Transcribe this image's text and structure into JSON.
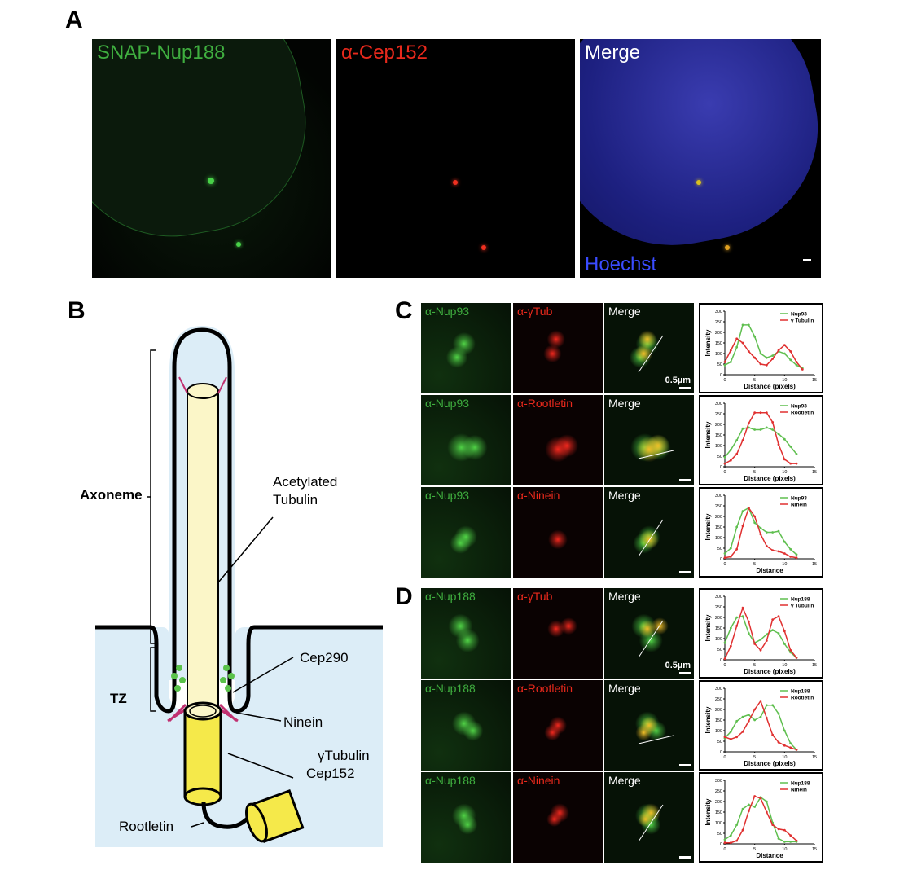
{
  "panels": {
    "a": "A",
    "b": "B",
    "c": "C",
    "d": "D"
  },
  "panel_a": {
    "ch1": "SNAP-Nup188",
    "ch2": "α-Cep152",
    "ch3": "Merge",
    "ch3b": "Hoechst"
  },
  "panel_b": {
    "axoneme": "Axoneme",
    "acetylated": "Acetylated",
    "tubulin": "Tubulin",
    "cep290": "Cep290",
    "tz": "TZ",
    "ninein": "Ninein",
    "gtub": "γTubulin",
    "cep152": "Cep152",
    "rootletin": "Rootletin"
  },
  "panel_c": {
    "rows": [
      {
        "g": "α-Nup93",
        "r": "α-γTub",
        "m": "Merge",
        "scale": "0.5µm"
      },
      {
        "g": "α-Nup93",
        "r": "α-Rootletin",
        "m": "Merge"
      },
      {
        "g": "α-Nup93",
        "r": "α-Ninein",
        "m": "Merge"
      }
    ]
  },
  "panel_d": {
    "rows": [
      {
        "g": "α-Nup188",
        "r": "α-γTub",
        "m": "Merge",
        "scale": "0.5µm"
      },
      {
        "g": "α-Nup188",
        "r": "α-Rootletin",
        "m": "Merge"
      },
      {
        "g": "α-Nup188",
        "r": "α-Ninein",
        "m": "Merge"
      }
    ]
  },
  "colors": {
    "green": "#3fae3f",
    "red": "#e8291c"
  },
  "chart_data": [
    {
      "type": "line",
      "xlabel": "Distance (pixels)",
      "ylabel": "Intensity",
      "xlim": [
        0,
        15
      ],
      "ylim": [
        0,
        300
      ],
      "xticks": [
        0,
        5,
        10,
        15
      ],
      "yticks": [
        0,
        50,
        100,
        150,
        200,
        250,
        300
      ],
      "legend": "top-right",
      "series": [
        {
          "name": "Nup93",
          "color": "#5fbf4f",
          "x": [
            0,
            1,
            2,
            3,
            4,
            5,
            6,
            7,
            8,
            9,
            10,
            11,
            12,
            13
          ],
          "values": [
            45,
            60,
            130,
            235,
            235,
            180,
            100,
            80,
            90,
            110,
            100,
            70,
            45,
            30
          ]
        },
        {
          "name": "γ Tubulin",
          "color": "#e03030",
          "x": [
            0,
            1,
            2,
            3,
            4,
            5,
            6,
            7,
            8,
            9,
            10,
            11,
            12,
            13
          ],
          "values": [
            60,
            115,
            170,
            150,
            110,
            80,
            50,
            45,
            75,
            115,
            140,
            110,
            60,
            25
          ]
        }
      ]
    },
    {
      "type": "line",
      "xlabel": "Distance (pixels)",
      "ylabel": "Intensity",
      "xlim": [
        0,
        15
      ],
      "ylim": [
        0,
        300
      ],
      "xticks": [
        0,
        5,
        10,
        15
      ],
      "yticks": [
        0,
        50,
        100,
        150,
        200,
        250,
        300
      ],
      "legend": "top-right",
      "series": [
        {
          "name": "Nup93",
          "color": "#5fbf4f",
          "x": [
            0,
            1,
            2,
            3,
            4,
            5,
            6,
            7,
            8,
            9,
            10,
            11,
            12
          ],
          "values": [
            45,
            80,
            125,
            180,
            185,
            175,
            175,
            185,
            175,
            155,
            130,
            95,
            60
          ]
        },
        {
          "name": "Rootletin",
          "color": "#e03030",
          "x": [
            0,
            1,
            2,
            3,
            4,
            5,
            6,
            7,
            8,
            9,
            10,
            11,
            12
          ],
          "values": [
            15,
            30,
            60,
            125,
            205,
            255,
            255,
            255,
            210,
            105,
            35,
            15,
            15
          ]
        }
      ]
    },
    {
      "type": "line",
      "xlabel": "Distance",
      "ylabel": "Intensity",
      "xlim": [
        0,
        15
      ],
      "ylim": [
        0,
        300
      ],
      "xticks": [
        0,
        5,
        10,
        15
      ],
      "yticks": [
        0,
        50,
        100,
        150,
        200,
        250,
        300
      ],
      "legend": "top-right",
      "series": [
        {
          "name": "Nup93",
          "color": "#5fbf4f",
          "x": [
            0,
            1,
            2,
            3,
            4,
            5,
            6,
            7,
            8,
            9,
            10,
            11,
            12
          ],
          "values": [
            25,
            50,
            150,
            225,
            240,
            170,
            145,
            125,
            125,
            130,
            80,
            45,
            20
          ]
        },
        {
          "name": "Ninein",
          "color": "#e03030",
          "x": [
            0,
            1,
            2,
            3,
            4,
            5,
            6,
            7,
            8,
            9,
            10,
            11,
            12
          ],
          "values": [
            5,
            10,
            45,
            155,
            240,
            200,
            115,
            60,
            40,
            35,
            25,
            10,
            5
          ]
        }
      ]
    },
    {
      "type": "line",
      "xlabel": "Distance (pixels)",
      "ylabel": "Intensity",
      "xlim": [
        0,
        15
      ],
      "ylim": [
        0,
        300
      ],
      "xticks": [
        0,
        5,
        10,
        15
      ],
      "yticks": [
        0,
        50,
        100,
        150,
        200,
        250,
        300
      ],
      "legend": "top-right",
      "series": [
        {
          "name": "Nup188",
          "color": "#5fbf4f",
          "x": [
            0,
            1,
            2,
            3,
            4,
            5,
            6,
            7,
            8,
            9,
            10,
            11,
            12
          ],
          "values": [
            80,
            150,
            200,
            205,
            125,
            80,
            95,
            120,
            140,
            125,
            75,
            35,
            10
          ]
        },
        {
          "name": "γ Tubulin",
          "color": "#e03030",
          "x": [
            0,
            1,
            2,
            3,
            4,
            5,
            6,
            7,
            8,
            9,
            10,
            11,
            12
          ],
          "values": [
            5,
            65,
            160,
            245,
            180,
            75,
            45,
            90,
            190,
            205,
            135,
            45,
            10
          ]
        }
      ]
    },
    {
      "type": "line",
      "xlabel": "Distance (pixels)",
      "ylabel": "Intensity",
      "xlim": [
        0,
        15
      ],
      "ylim": [
        0,
        300
      ],
      "xticks": [
        0,
        5,
        10,
        15
      ],
      "yticks": [
        0,
        50,
        100,
        150,
        200,
        250,
        300
      ],
      "legend": "top-right",
      "series": [
        {
          "name": "Nup188",
          "color": "#5fbf4f",
          "x": [
            0,
            1,
            2,
            3,
            4,
            5,
            6,
            7,
            8,
            9,
            10,
            11,
            12
          ],
          "values": [
            65,
            95,
            145,
            165,
            175,
            150,
            165,
            220,
            220,
            180,
            100,
            40,
            10
          ]
        },
        {
          "name": "Rootletin",
          "color": "#e03030",
          "x": [
            0,
            1,
            2,
            3,
            4,
            5,
            6,
            7,
            8,
            9,
            10,
            11,
            12
          ],
          "values": [
            70,
            60,
            70,
            95,
            145,
            200,
            240,
            160,
            80,
            45,
            30,
            20,
            10
          ]
        }
      ]
    },
    {
      "type": "line",
      "xlabel": "Distance",
      "ylabel": "Intensity",
      "xlim": [
        0,
        15
      ],
      "ylim": [
        0,
        300
      ],
      "xticks": [
        0,
        5,
        10,
        15
      ],
      "yticks": [
        0,
        50,
        100,
        150,
        200,
        250,
        300
      ],
      "legend": "top-right",
      "series": [
        {
          "name": "Nup188",
          "color": "#5fbf4f",
          "x": [
            0,
            1,
            2,
            3,
            4,
            5,
            6,
            7,
            8,
            9,
            10,
            11,
            12
          ],
          "values": [
            20,
            40,
            90,
            165,
            185,
            175,
            220,
            200,
            100,
            25,
            10,
            10,
            10
          ]
        },
        {
          "name": "Ninein",
          "color": "#e03030",
          "x": [
            0,
            1,
            2,
            3,
            4,
            5,
            6,
            7,
            8,
            9,
            10,
            11,
            12
          ],
          "values": [
            5,
            5,
            15,
            65,
            155,
            225,
            215,
            150,
            90,
            70,
            65,
            40,
            15
          ]
        }
      ]
    }
  ]
}
